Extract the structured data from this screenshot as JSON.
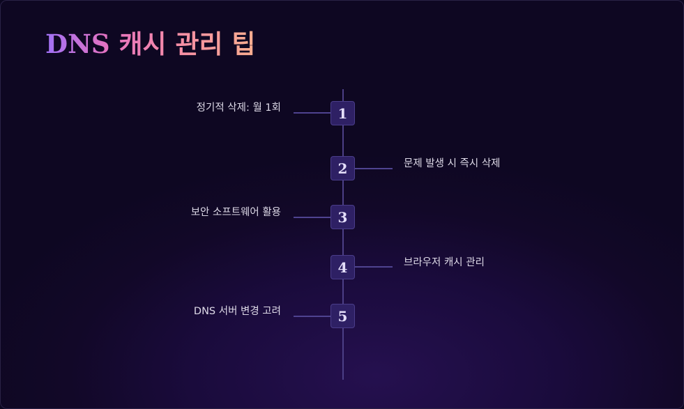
{
  "title": "DNS 캐시 관리 팁",
  "steps": [
    {
      "number": "1",
      "label": "정기적 삭제: 월 1회"
    },
    {
      "number": "2",
      "label": "문제 발생 시 즉시 삭제"
    },
    {
      "number": "3",
      "label": "보안 소프트웨어 활용"
    },
    {
      "number": "4",
      "label": "브라우저 캐시 관리"
    },
    {
      "number": "5",
      "label": "DNS 서버 변경 고려"
    }
  ],
  "colors": {
    "title_gradient_start": "#a071f6",
    "title_gradient_end": "#f8ad8f",
    "step_box": "#2e2064",
    "line": "#4c3f86"
  }
}
